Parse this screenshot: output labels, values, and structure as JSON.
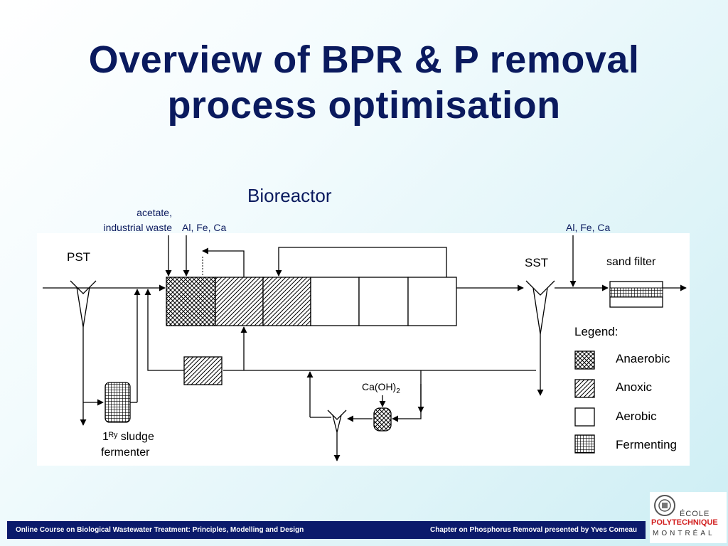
{
  "slide": {
    "title_line1": "Overview of BPR & P removal",
    "title_line2": "process optimisation"
  },
  "diagram": {
    "bioreactor_label": "Bioreactor",
    "acetate_label_line1": "acetate,",
    "acetate_label_line2": "industrial waste",
    "chem_dosing_bioreactor": "Al, Fe, Ca",
    "chem_dosing_effluent": "Al, Fe, Ca",
    "pst_label": "PST",
    "sst_label": "SST",
    "sand_filter_label": "sand filter",
    "fermenter_line1": "1ᴿʸ sludge",
    "fermenter_line2": "fermenter",
    "caoh_label": "Ca(OH)",
    "caoh_subscript": "2",
    "legend": {
      "title": "Legend:",
      "items": [
        {
          "label": "Anaerobic",
          "pattern": "crosshatch"
        },
        {
          "label": "Anoxic",
          "pattern": "diagonal"
        },
        {
          "label": "Aerobic",
          "pattern": "none"
        },
        {
          "label": "Fermenting",
          "pattern": "grid"
        }
      ]
    }
  },
  "footer": {
    "left": "Online Course on Biological Wastewater Treatment: Principles, Modelling and Design",
    "right": "Chapter on Phosphorus Removal presented by Yves Comeau"
  },
  "logo": {
    "line1": "ÉCOLE",
    "line2": "POLYTECHNIQUE",
    "line3": "MONTRÉAL"
  },
  "colors": {
    "title": "#0a1a5e",
    "footer_bg": "#0b1a6b",
    "logo_red": "#d21f1f"
  }
}
